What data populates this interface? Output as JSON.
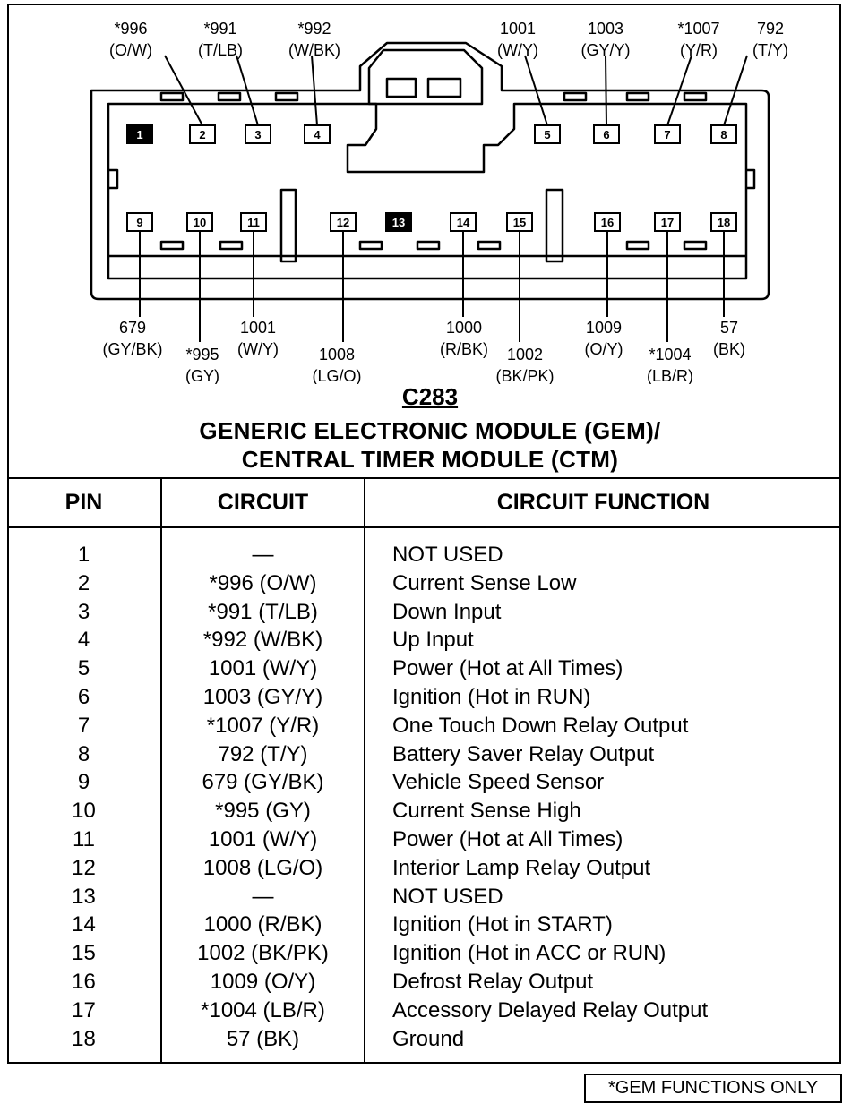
{
  "connector": {
    "id": "C283",
    "title_line1": "GENERIC ELECTRONIC MODULE (GEM)/",
    "title_line2": "CENTRAL TIMER MODULE (CTM)",
    "pins": [
      {
        "pin": "1",
        "filled": true
      },
      {
        "pin": "2",
        "filled": false,
        "circuit": "*996",
        "color": "(O/W)"
      },
      {
        "pin": "3",
        "filled": false,
        "circuit": "*991",
        "color": "(T/LB)"
      },
      {
        "pin": "4",
        "filled": false,
        "circuit": "*992",
        "color": "(W/BK)"
      },
      {
        "pin": "5",
        "filled": false,
        "circuit": "1001",
        "color": "(W/Y)"
      },
      {
        "pin": "6",
        "filled": false,
        "circuit": "1003",
        "color": "(GY/Y)"
      },
      {
        "pin": "7",
        "filled": false,
        "circuit": "*1007",
        "color": "(Y/R)"
      },
      {
        "pin": "8",
        "filled": false,
        "circuit": "792",
        "color": "(T/Y)"
      },
      {
        "pin": "9",
        "filled": false,
        "circuit": "679",
        "color": "(GY/BK)"
      },
      {
        "pin": "10",
        "filled": false,
        "circuit": "*995",
        "color": "(GY)"
      },
      {
        "pin": "11",
        "filled": false,
        "circuit": "1001",
        "color": "(W/Y)"
      },
      {
        "pin": "12",
        "filled": false,
        "circuit": "1008",
        "color": "(LG/O)"
      },
      {
        "pin": "13",
        "filled": true
      },
      {
        "pin": "14",
        "filled": false,
        "circuit": "1000",
        "color": "(R/BK)"
      },
      {
        "pin": "15",
        "filled": false,
        "circuit": "1002",
        "color": "(BK/PK)"
      },
      {
        "pin": "16",
        "filled": false,
        "circuit": "1009",
        "color": "(O/Y)"
      },
      {
        "pin": "17",
        "filled": false,
        "circuit": "*1004",
        "color": "(LB/R)"
      },
      {
        "pin": "18",
        "filled": false,
        "circuit": "57",
        "color": "(BK)"
      }
    ]
  },
  "table": {
    "headers": [
      "PIN",
      "CIRCUIT",
      "CIRCUIT FUNCTION"
    ],
    "rows": [
      [
        "1",
        "—",
        "NOT USED"
      ],
      [
        "2",
        "*996 (O/W)",
        "Current Sense Low"
      ],
      [
        "3",
        "*991 (T/LB)",
        "Down Input"
      ],
      [
        "4",
        "*992 (W/BK)",
        "Up Input"
      ],
      [
        "5",
        "1001 (W/Y)",
        "Power (Hot at All Times)"
      ],
      [
        "6",
        "1003 (GY/Y)",
        "Ignition (Hot in RUN)"
      ],
      [
        "7",
        "*1007 (Y/R)",
        "One Touch Down Relay Output"
      ],
      [
        "8",
        "792 (T/Y)",
        "Battery Saver Relay Output"
      ],
      [
        "9",
        "679 (GY/BK)",
        "Vehicle Speed Sensor"
      ],
      [
        "10",
        "*995 (GY)",
        "Current Sense High"
      ],
      [
        "11",
        "1001 (W/Y)",
        "Power (Hot at All Times)"
      ],
      [
        "12",
        "1008 (LG/O)",
        "Interior Lamp Relay Output"
      ],
      [
        "13",
        "—",
        "NOT USED"
      ],
      [
        "14",
        "1000 (R/BK)",
        "Ignition (Hot in START)"
      ],
      [
        "15",
        "1002 (BK/PK)",
        "Ignition (Hot in ACC or RUN)"
      ],
      [
        "16",
        "1009 (O/Y)",
        "Defrost Relay Output"
      ],
      [
        "17",
        "*1004 (LB/R)",
        "Accessory Delayed Relay Output"
      ],
      [
        "18",
        "57 (BK)",
        "Ground"
      ]
    ]
  },
  "footnote": "*GEM FUNCTIONS ONLY"
}
